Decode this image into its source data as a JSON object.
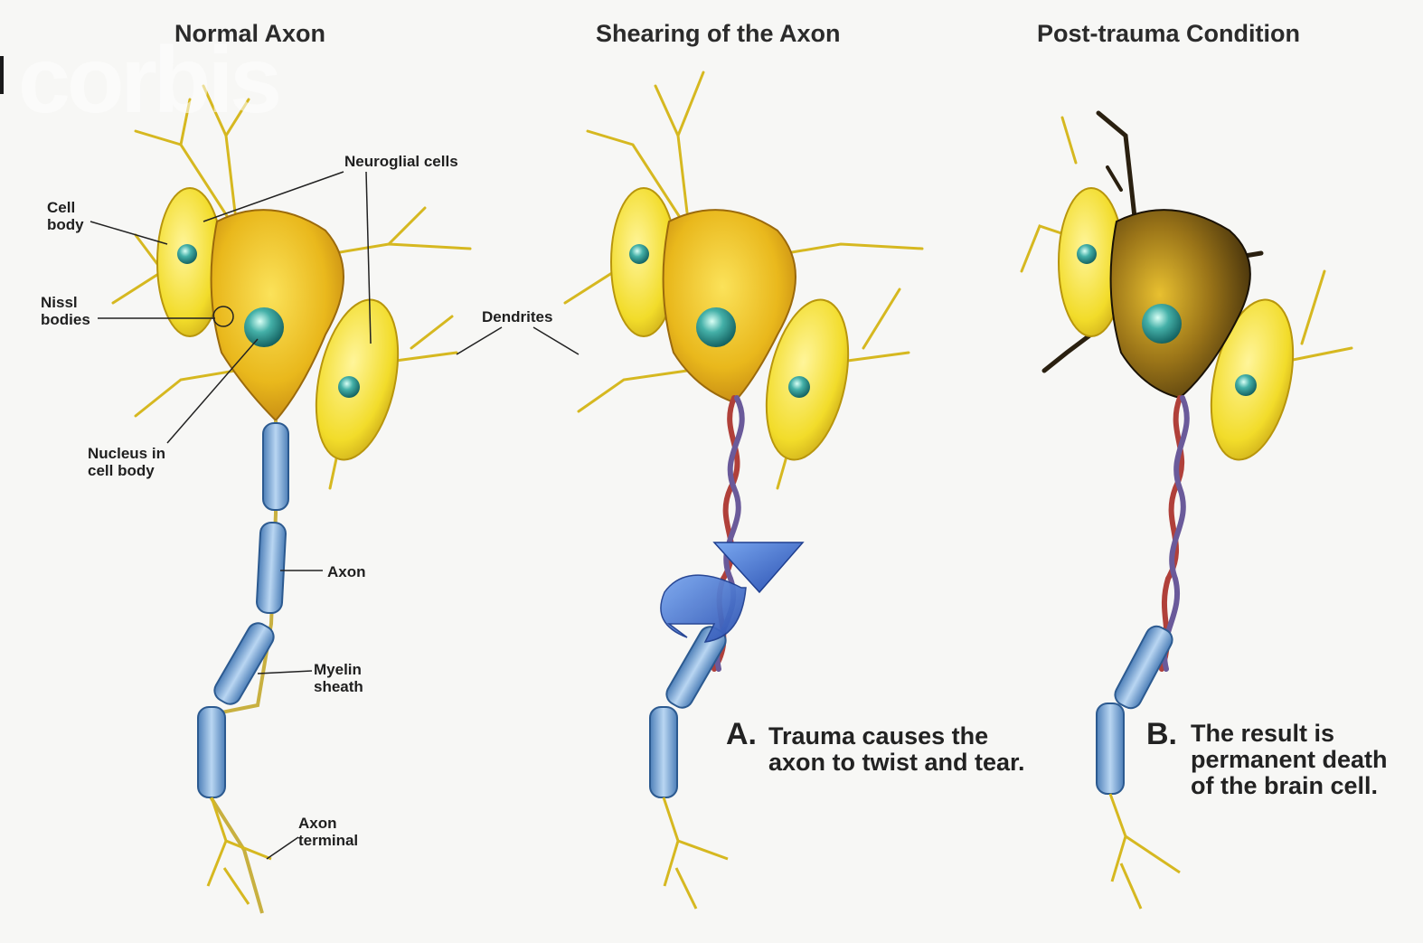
{
  "titles": {
    "normal": "Normal Axon",
    "shearing": "Shearing of the Axon",
    "post": "Post-trauma Condition"
  },
  "watermark": "corbis",
  "labels": {
    "cell_body": "Cell\nbody",
    "neuroglial": "Neuroglial cells",
    "nissl": "Nissl\nbodies",
    "dendrites": "Dendrites",
    "nucleus": "Nucleus in\ncell body",
    "axon": "Axon",
    "myelin": "Myelin\nsheath",
    "axon_terminal": "Axon\nterminal"
  },
  "captions": {
    "a_letter": "A.",
    "a_text": "Trauma causes the\naxon to twist and tear.",
    "b_letter": "B.",
    "b_text": "The result is\npermanent death\nof the brain cell."
  },
  "colors": {
    "cell_yellow": "#f2d21c",
    "glia_yellow": "#f4e43a",
    "nucleus_teal": "#2a9a9a",
    "myelin_blue": "#8fb8e0",
    "arrow_blue": "#3a6fd0",
    "dead_dark": "#3a2a10",
    "twist_red": "#b0403a",
    "twist_purple": "#6a5a9a"
  }
}
